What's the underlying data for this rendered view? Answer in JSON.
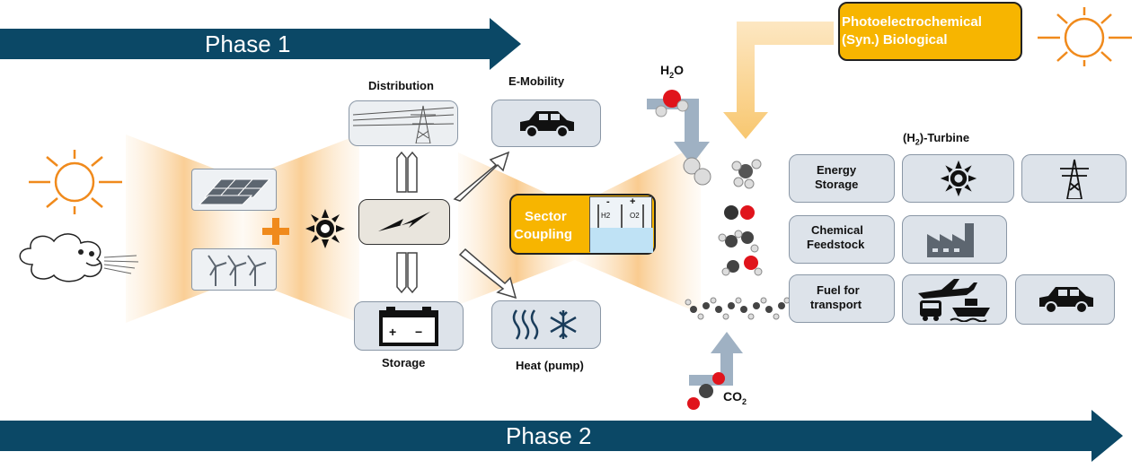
{
  "phases": {
    "phase1_label": "Phase 1",
    "phase2_label": "Phase 2",
    "arrow_color": "#0b4866"
  },
  "top_box": {
    "line1": "Photoelectrochemical",
    "line2": "(Syn.) Biological",
    "color": "#f7b500"
  },
  "sector_coupling": {
    "line1": "Sector",
    "line2": "Coupling",
    "h2_label": "H2",
    "o2_label": "O2",
    "minus": "-",
    "plus": "+"
  },
  "labels": {
    "distribution": "Distribution",
    "e_mobility": "E-Mobility",
    "storage": "Storage",
    "heat_pump": "Heat (pump)",
    "h2o": "H",
    "h2o_sub": "2",
    "h2o_end": "O",
    "co2": "CO",
    "co2_sub": "2",
    "turbine_pre": "(H",
    "turbine_sub": "2",
    "turbine_post": ")-Turbine"
  },
  "right_rows": [
    {
      "label_line1": "Energy",
      "label_line2": "Storage",
      "icons": [
        "turbine-icon",
        "power-pylon-icon"
      ]
    },
    {
      "label_line1": "Chemical",
      "label_line2": "Feedstock",
      "icons": [
        "factory-icon"
      ]
    },
    {
      "label_line1": "Fuel for",
      "label_line2": "transport",
      "icons": [
        "plane-bus-ship-icon",
        "car-icon"
      ]
    }
  ],
  "battery_signs": {
    "plus": "+",
    "minus": "−"
  },
  "colors": {
    "box_fill": "#dde3ea",
    "box_border": "#8a97a6",
    "sun": "#f08a1c",
    "glow": "#f9c98a",
    "blue_arrow": "#9fb1c3"
  }
}
